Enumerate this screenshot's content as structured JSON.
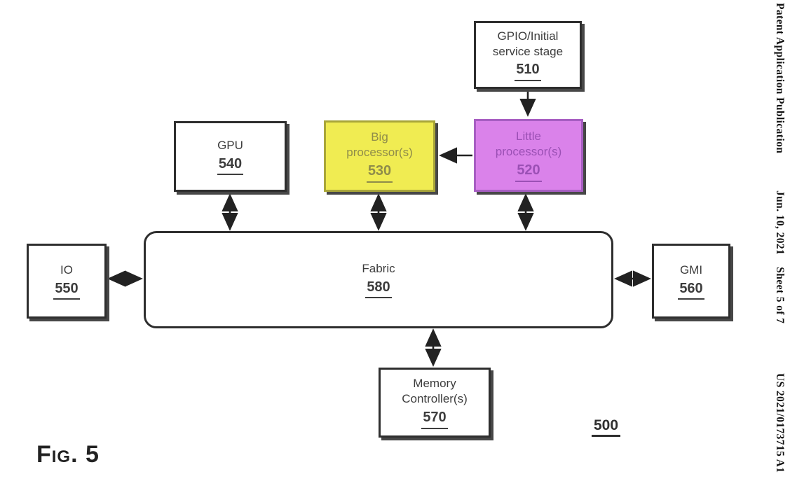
{
  "page": {
    "fig_label": "Fig. 5",
    "diagram_ref": "500"
  },
  "margin": {
    "publication": "Patent Application Publication",
    "date_sheet": "Jun. 10, 2021    Sheet 5 of 7",
    "patent_number": "US 2021/0173715 A1"
  },
  "diagram": {
    "nodes": {
      "gpio": {
        "line1": "GPIO/Initial",
        "line2": "service stage",
        "ref": "510"
      },
      "gpu": {
        "line1": "GPU",
        "ref": "540"
      },
      "big": {
        "line1": "Big",
        "line2": "processor(s)",
        "ref": "530",
        "fill": "#f0ec52",
        "border": "#a9a639",
        "text_color": "#8f8c4a"
      },
      "little": {
        "line1": "Little",
        "line2": "processor(s)",
        "ref": "520",
        "fill": "#da82ea",
        "border": "#a75ec2",
        "text_color": "#9b50b5"
      },
      "fabric": {
        "line1": "Fabric",
        "ref": "580"
      },
      "io": {
        "line1": "IO",
        "ref": "550"
      },
      "gmi": {
        "line1": "GMI",
        "ref": "560"
      },
      "memctrl": {
        "line1": "Memory",
        "line2": "Controller(s)",
        "ref": "570"
      }
    },
    "colors": {
      "box_border": "#2e2e2e",
      "box_shadow": "#474747",
      "connector": "#222222",
      "default_text": "#3d3d3d"
    }
  }
}
